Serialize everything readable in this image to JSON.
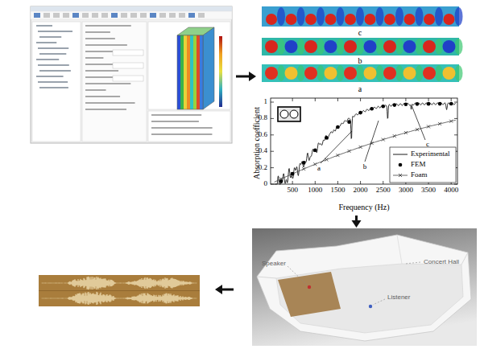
{
  "diagram": {
    "nodes": [
      {
        "text": [
          "Absorption coefficient",
          "Frequency (Hz)"
        ]
      },
      {
        "text": [
          "Concert Hall",
          "Speaker",
          "Listener"
        ]
      }
    ],
    "edges": [
      {
        "from": 0,
        "to": 1,
        "arrow": "to"
      }
    ],
    "labels": [
      "c",
      "b",
      "a",
      "1",
      "0.8",
      "0.6",
      "0.4",
      "0.2",
      "0",
      "500",
      "1000",
      "1500",
      "2000",
      "2500",
      "3000",
      "3500",
      "4000",
      "a",
      "b",
      "c"
    ],
    "legend": [
      {
        "text": "Experimental"
      },
      {
        "text": "FEM"
      },
      {
        "text": "Foam"
      }
    ]
  }
}
